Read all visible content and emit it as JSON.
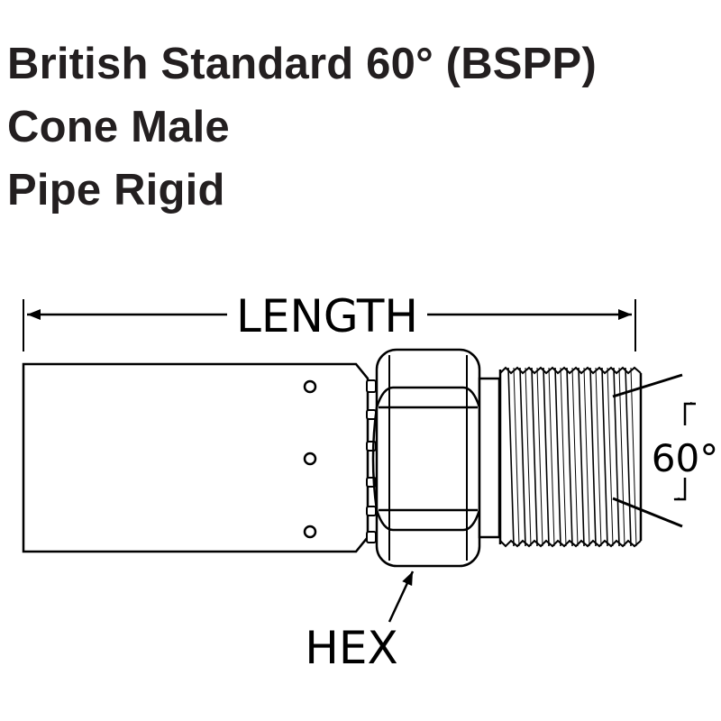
{
  "title": {
    "line1": "British Standard 60° (BSPP)",
    "line2": "Cone Male",
    "line3": "Pipe Rigid"
  },
  "diagram": {
    "length_label": "LENGTH",
    "hex_label": "HEX",
    "angle_label": "60°"
  }
}
